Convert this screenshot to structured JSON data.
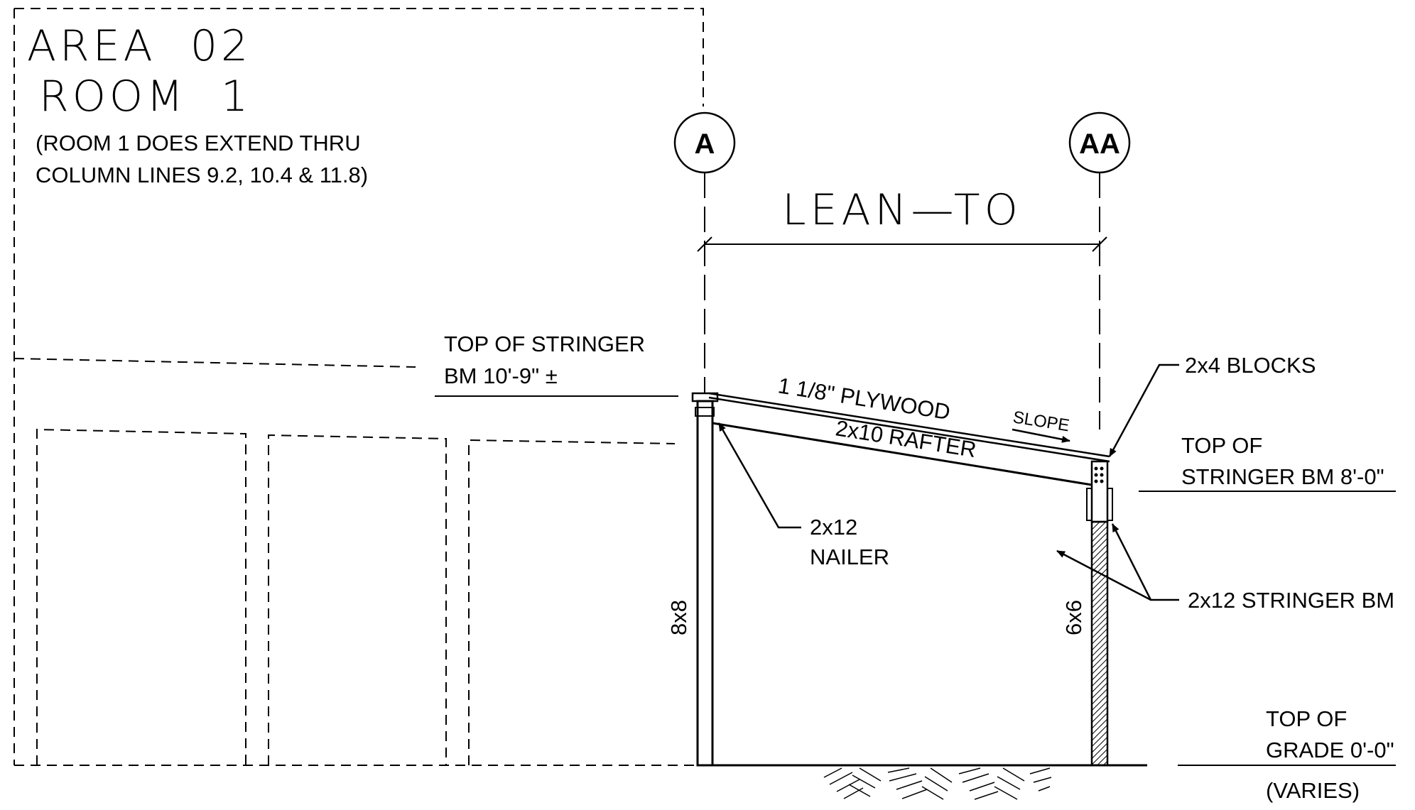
{
  "area_label": "AREA  02",
  "room_label": "ROOM  1",
  "room_note_line1": "(ROOM 1 DOES EXTEND THRU",
  "room_note_line2": "COLUMN LINES 9.2, 10.4 & 11.8)",
  "grid_a": "A",
  "grid_aa": "AA",
  "span_label": "LEAN—TO",
  "top_stringer_high_line1": "TOP OF STRINGER",
  "top_stringer_high_line2": "BM 10'-9\" ±",
  "plywood_label": "1 1/8\" PLYWOOD",
  "slope_label": "SLOPE",
  "rafter_label": "2x10 RAFTER",
  "blocks_label": "2x4 BLOCKS",
  "top_stringer_low_line1": "TOP OF",
  "top_stringer_low_line2": "STRINGER BM 8'-0\"",
  "nailer_line1": "2x12",
  "nailer_line2": "NAILER",
  "stringer_bm_label": "2x12 STRINGER BM",
  "post_left": "8x8",
  "post_right": "6x6",
  "grade_line1": "TOP OF",
  "grade_line2": "GRADE 0'-0\"",
  "grade_note": "(VARIES)"
}
